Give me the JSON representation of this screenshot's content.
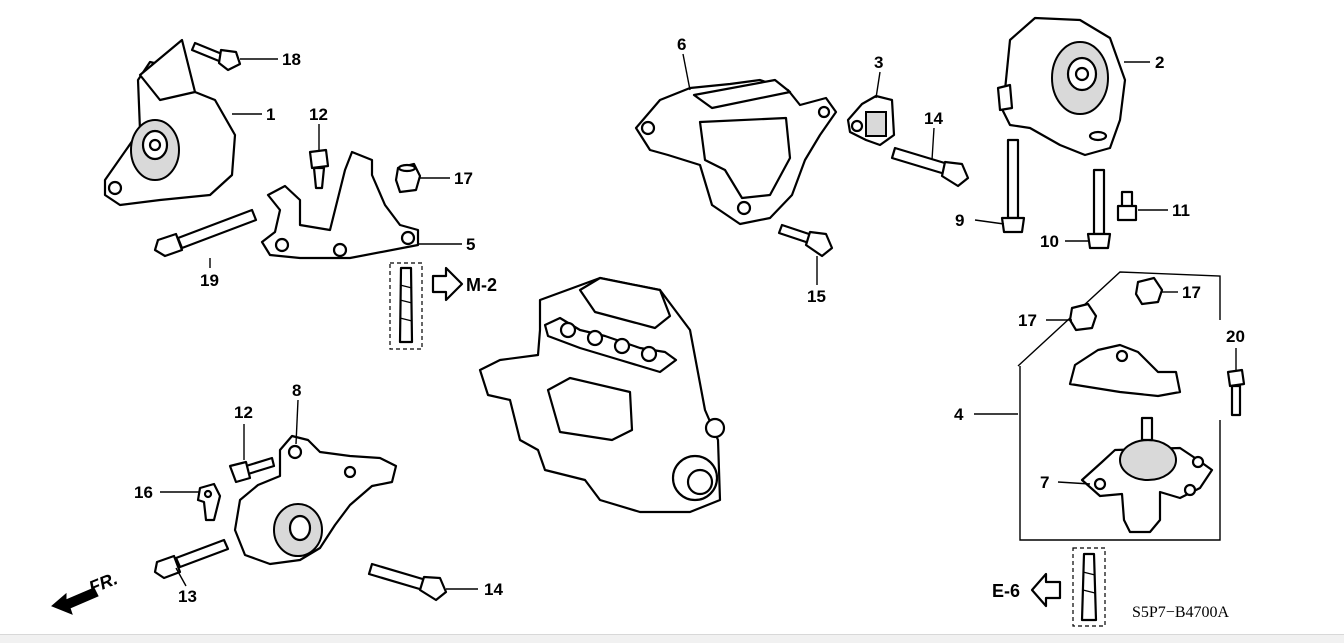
{
  "diagram": {
    "code": "S5P7−B4700A",
    "direction_label": "FR.",
    "refs": {
      "m2": "M-2",
      "e6": "E-6"
    },
    "callouts": [
      "18",
      "1",
      "12",
      "17",
      "5",
      "19",
      "6",
      "3",
      "14",
      "15",
      "2",
      "9",
      "10",
      "11",
      "17",
      "17",
      "20",
      "4",
      "7",
      "8",
      "12",
      "16",
      "13",
      "14"
    ]
  }
}
